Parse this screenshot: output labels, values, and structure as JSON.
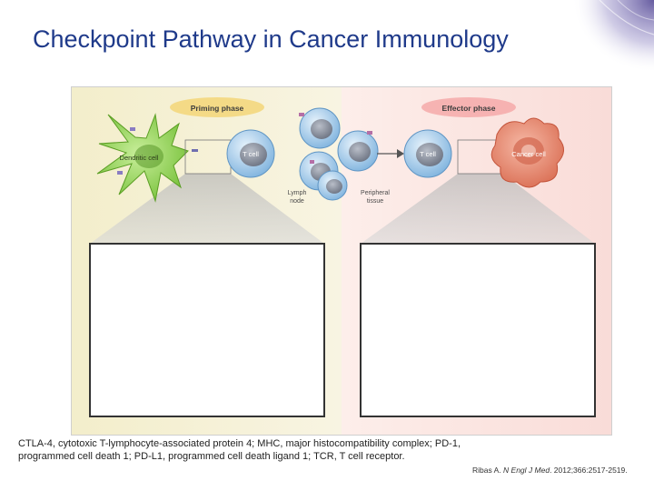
{
  "slide": {
    "title": "Checkpoint Pathway in Cancer Immunology"
  },
  "figure": {
    "phases": {
      "priming": "Priming phase",
      "effector": "Effector phase"
    },
    "cells": {
      "dendritic": "Dendritic cell",
      "t_cell_left": "T cell",
      "t_cell_right": "T cell",
      "cancer": "Cancer cell"
    },
    "locations": {
      "lymph_line1": "Lymph",
      "lymph_line2": "node",
      "peripheral_line1": "Peripheral",
      "peripheral_line2": "tissue"
    }
  },
  "caption": {
    "line1": "CTLA-4, cytotoxic T-lymphocyte-associated protein 4; MHC, major histocompatibility complex; PD-1,",
    "line2": "programmed cell death 1; PD-L1, programmed cell death ligand 1; TCR, T cell receptor."
  },
  "citation": {
    "author": "Ribas A. ",
    "journal": "N Engl J Med",
    "rest": ". 2012;366:2517-2519."
  },
  "colors": {
    "title": "#1f3a8a",
    "priming_bg": "#f7f2d8",
    "effector_bg": "#fbe4e2",
    "dendritic": "#8fd14f",
    "tcell": "#9cc7ea",
    "cancer": "#e8836a"
  }
}
